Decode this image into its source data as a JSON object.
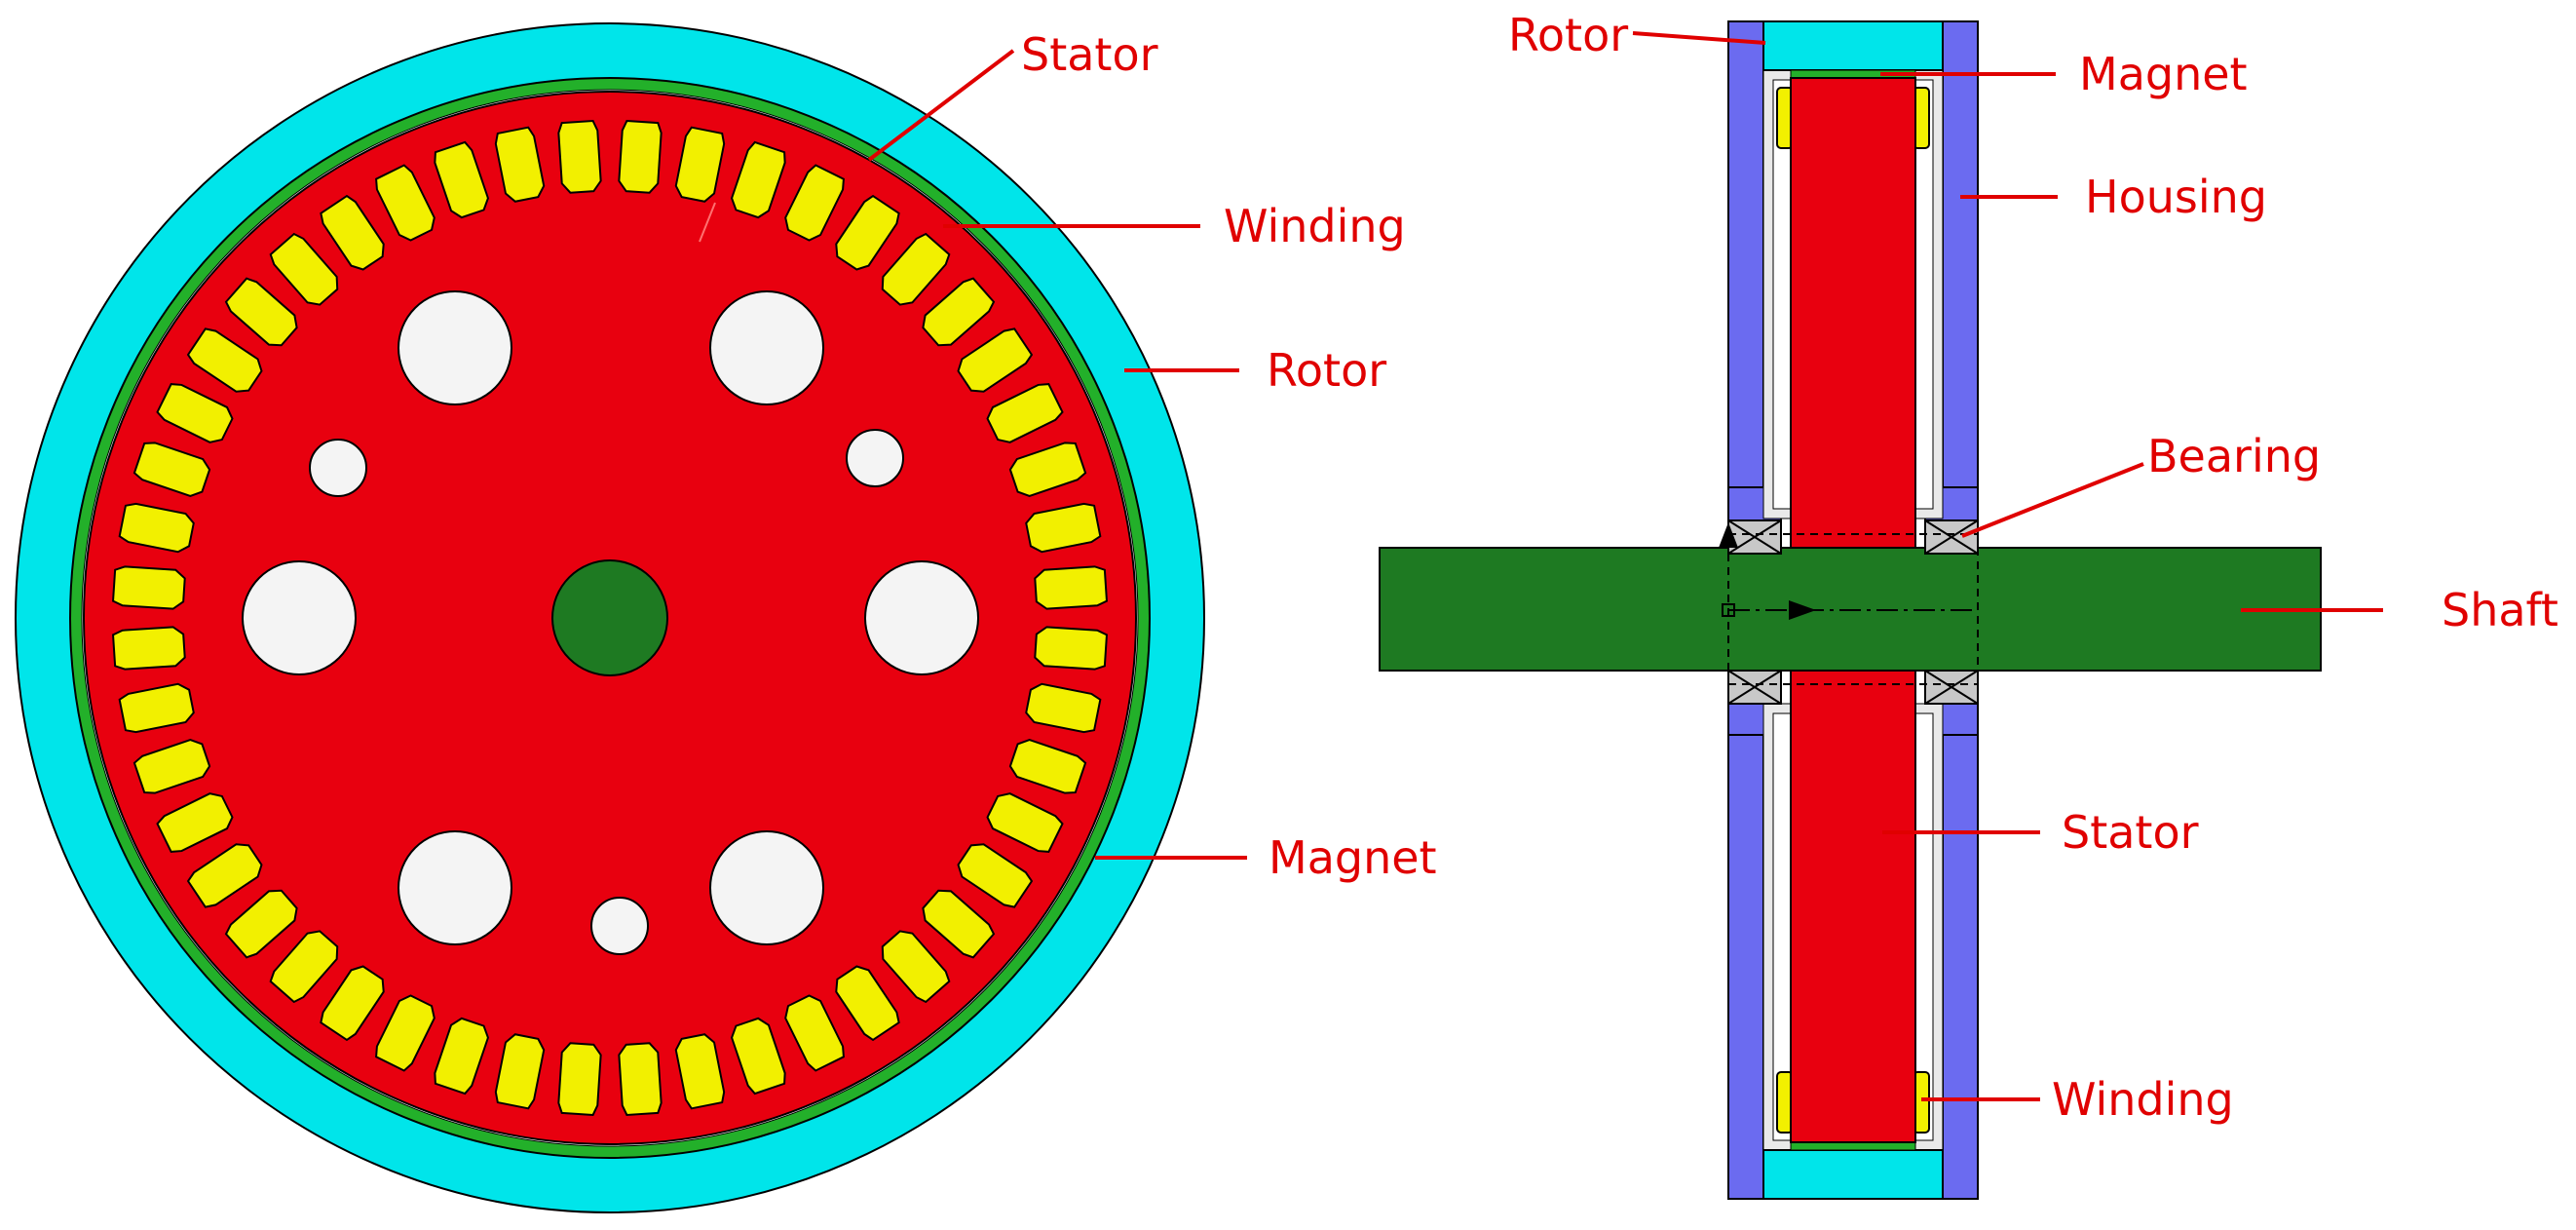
{
  "colors": {
    "stator": "#e8000f",
    "winding": "#f2f000",
    "rotor": "#00e5ea",
    "magnet": "#23b02a",
    "shaft": "#1e7a22",
    "housing": "#6b6bf0",
    "bearing": "#c8c8c8",
    "hole": "#f4f4f4",
    "gap": "#e9e9e9",
    "outline": "#000000",
    "label": "#e00000"
  },
  "front_view": {
    "slot_count": 48,
    "labels": {
      "stator": "Stator",
      "winding": "Winding",
      "rotor": "Rotor",
      "magnet": "Magnet"
    }
  },
  "side_view": {
    "labels": {
      "rotor": "Rotor",
      "magnet": "Magnet",
      "housing": "Housing",
      "bearing": "Bearing",
      "shaft": "Shaft",
      "stator": "Stator",
      "winding": "Winding"
    }
  }
}
